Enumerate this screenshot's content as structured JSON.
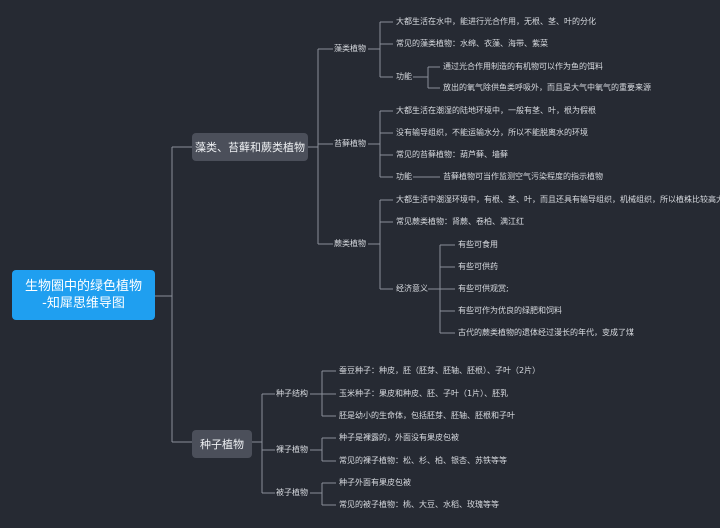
{
  "root": {
    "line1": "生物圈中的绿色植物",
    "line2": "-知犀思维导图"
  },
  "branches": {
    "ferns_group": "藻类、苔藓和蕨类植物",
    "seed_plants": "种子植物"
  },
  "algae": {
    "title": "藻类植物",
    "habitat": "大都生活在水中，能进行光合作用，无根、茎、叶的分化",
    "common": "常见的藻类植物：水绵、衣藻、海带、紫菜",
    "function": "功能",
    "func1": "通过光合作用制造的有机物可以作为鱼的饵料",
    "func2": "放出的氧气除供鱼类呼吸外，而且是大气中氧气的重要来源"
  },
  "moss": {
    "title": "苔藓植物",
    "habitat": "大都生活在潮湿的陆地环境中，一般有茎、叶，根为假根",
    "no_vessel": "没有输导组织，不能运输水分，所以不能脱离水的环境",
    "common": "常见的苔藓植物：葫芦藓、墙藓",
    "function": "功能",
    "func1": "苔藓植物可当作监测空气污染程度的指示植物"
  },
  "fern": {
    "title": "蕨类植物",
    "habitat": "大都生活中潮湿环境中，有根、茎、叶，而且还具有输导组织，机械组织，所以植株比较高大",
    "common": "常见蕨类植物：肾蕨、卷柏、满江红",
    "economic": "经济意义",
    "econ": [
      "有些可食用",
      "有些可供药",
      "有些可供观赏;",
      "有些可作为优良的绿肥和饲料",
      "古代的蕨类植物的遗体经过漫长的年代，变成了煤"
    ]
  },
  "seed": {
    "structure": "种子结构",
    "s1": "蚕豆种子：种皮，胚（胚芽、胚轴、胚根）、子叶（2片）",
    "s2": "玉米种子：果皮和种皮、胚、子叶（1片）、胚乳",
    "s3": "胚是幼小的生命体，包括胚芽、胚轴、胚根和子叶",
    "gymno": "裸子植物",
    "g1": "种子是裸露的，外面没有果皮包被",
    "g2": "常见的裸子植物：松、杉、柏、银杏、苏铁等等",
    "angio": "被子植物",
    "a1": "种子外面有果皮包被",
    "a2": "常见的被子植物：桃、大豆、水稻、玫瑰等等"
  }
}
